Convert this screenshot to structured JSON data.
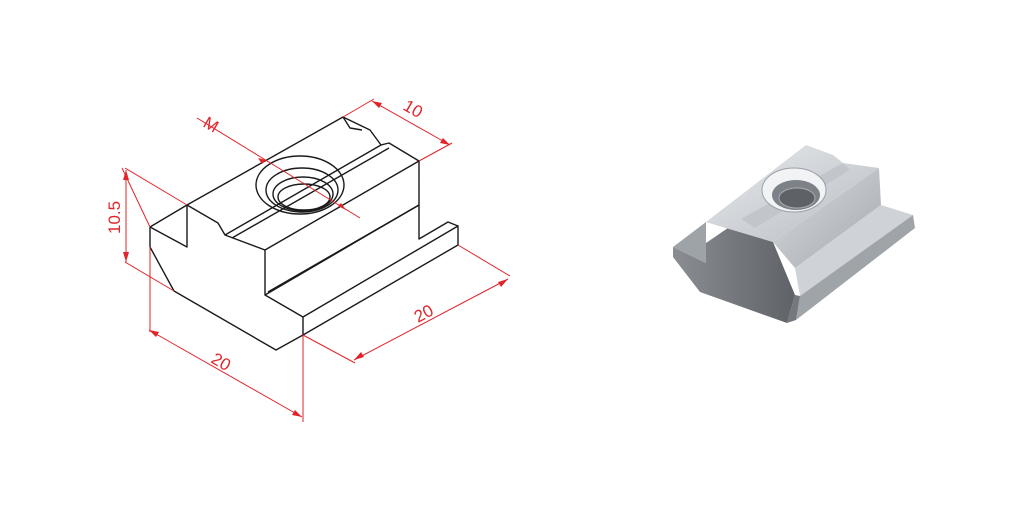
{
  "drawing": {
    "dimensions": {
      "thread": "M",
      "width": "10",
      "height": "10.5",
      "length": "20",
      "base_width": "20"
    }
  },
  "colors": {
    "dimension": "#e0242a",
    "outline": "#1a1a1a",
    "metal_light": "#d4d8dc",
    "metal_dark": "#6f7378"
  }
}
